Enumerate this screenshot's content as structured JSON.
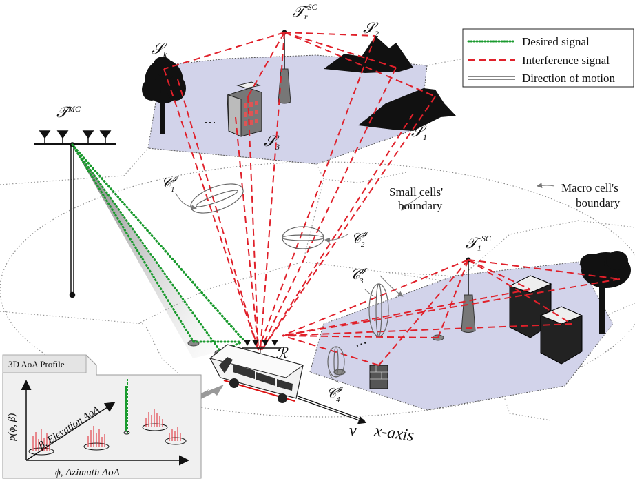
{
  "legend": {
    "desired": "Desired signal",
    "interference": "Interference signal",
    "motion": "Direction of motion"
  },
  "colors": {
    "desired": "#1a9a2e",
    "interference": "#e0202a",
    "cell_fill": "#d2d3ea",
    "boundary": "#8a8a8a"
  },
  "labels": {
    "t_mc_main": "𝒯",
    "t_mc_sup": "MC",
    "t_rsc_main": "𝒯",
    "t_rsc_sub": "r",
    "t_rsc_sup": "SC",
    "t_1sc_main": "𝒯",
    "t_1sc_sub": "1",
    "t_1sc_sup": "SC",
    "s_k": "𝒮",
    "s_k_sub": "k",
    "s_2": "𝒮",
    "s_2_sub": "2",
    "s_1": "𝒮",
    "s_1_sub": "1",
    "s_3": "𝒮",
    "s_3_sub": "3",
    "c1": "𝒞",
    "c1_sup": "𝓘",
    "c1_sub": "1",
    "c2": "𝒞",
    "c2_sup": "𝓘",
    "c2_sub": "2",
    "c3": "𝒞",
    "c3_sup": "𝓘",
    "c3_sub": "3",
    "c4": "𝒞",
    "c4_sup": "𝓘",
    "c4_sub": "4",
    "receiver": "ℛ",
    "small_cells_line1": "Small cells'",
    "small_cells_line2": "boundary",
    "macro_line1": "Macro cell's",
    "macro_line2": "boundary",
    "velocity": "v",
    "x_axis": "x-axis",
    "dots_top": "⋯",
    "dots_right": "⋯"
  },
  "inset": {
    "title": "3D AoA Profile",
    "y_label": "p(ϕ, β)",
    "diag_label": "β, Elevation AoA",
    "x_label": "ϕ, Azimuth AoA"
  }
}
